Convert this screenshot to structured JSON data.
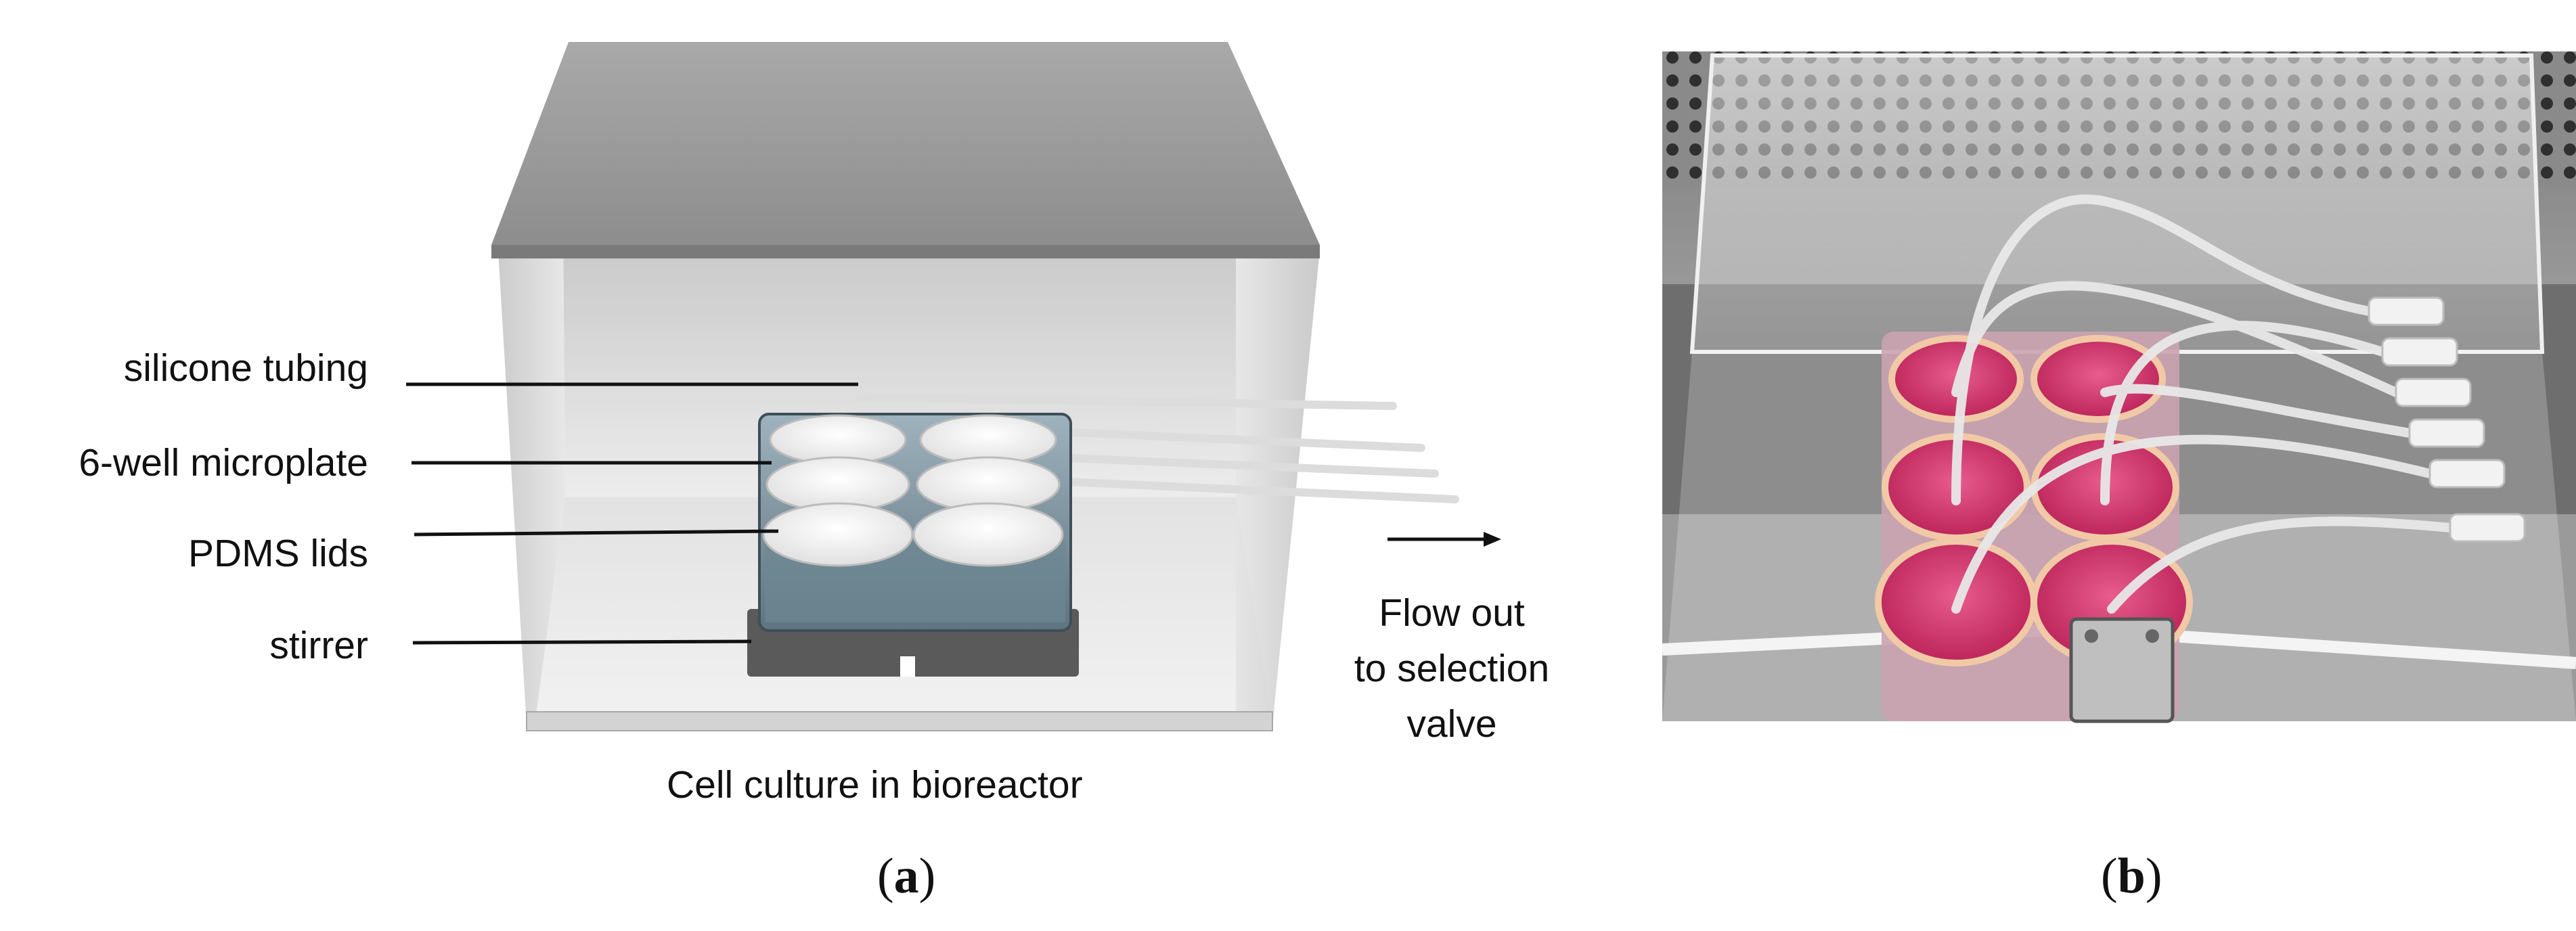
{
  "panel_a": {
    "labels": [
      "silicone tubing",
      "6-well microplate",
      "PDMS lids",
      "stirrer"
    ],
    "flow_text": [
      "Flow out",
      "to selection",
      "valve"
    ],
    "caption": "Cell culture in bioreactor",
    "letter": "a"
  },
  "panel_b": {
    "letter": "b"
  },
  "colors": {
    "lid": "#9a9a9a",
    "box_wall": "#d6d6d6",
    "stirrer": "#555555",
    "medium_pink": "#d8336e",
    "tubing": "#e6e6e6"
  }
}
